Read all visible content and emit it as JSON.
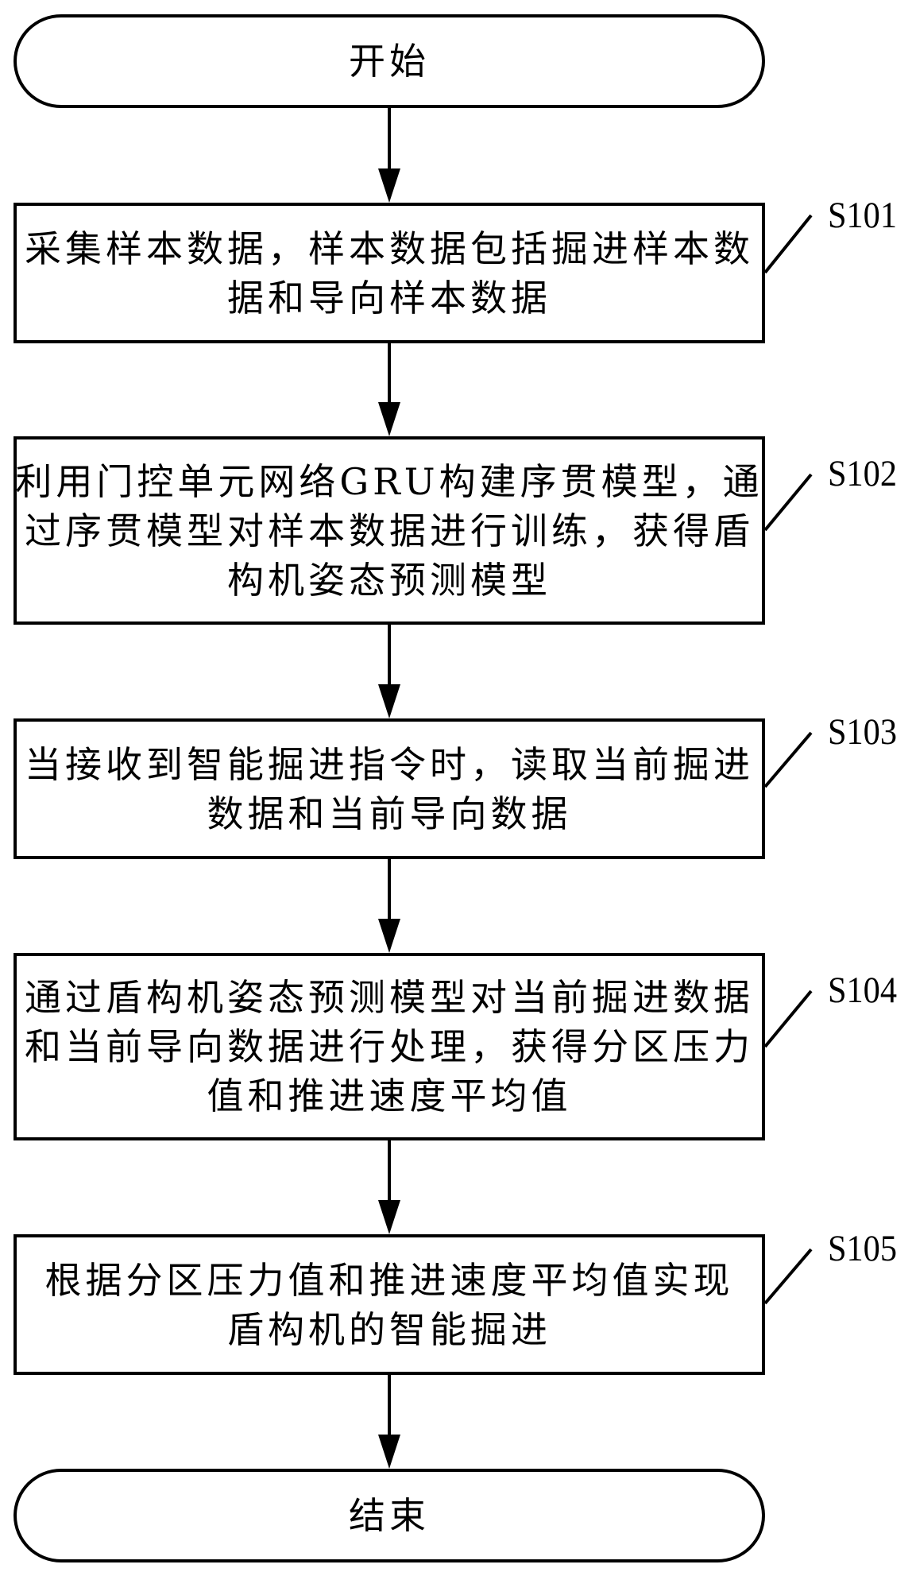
{
  "flowchart": {
    "start": {
      "label": "开始"
    },
    "end": {
      "label": "结束"
    },
    "steps": [
      {
        "id": "S101",
        "lines": [
          "采集样本数据，样本数据包括掘进样本数",
          "据和导向样本数据"
        ]
      },
      {
        "id": "S102",
        "lines": [
          "利用门控单元网络GRU构建序贯模型，通",
          "过序贯模型对样本数据进行训练，获得盾",
          "构机姿态预测模型"
        ]
      },
      {
        "id": "S103",
        "lines": [
          "当接收到智能掘进指令时，读取当前掘进",
          "数据和当前导向数据"
        ]
      },
      {
        "id": "S104",
        "lines": [
          "通过盾构机姿态预测模型对当前掘进数据",
          "和当前导向数据进行处理，获得分区压力",
          "值和推进速度平均值"
        ]
      },
      {
        "id": "S105",
        "lines": [
          "根据分区压力值和推进速度平均值实现",
          "盾构机的智能掘进"
        ]
      }
    ]
  }
}
